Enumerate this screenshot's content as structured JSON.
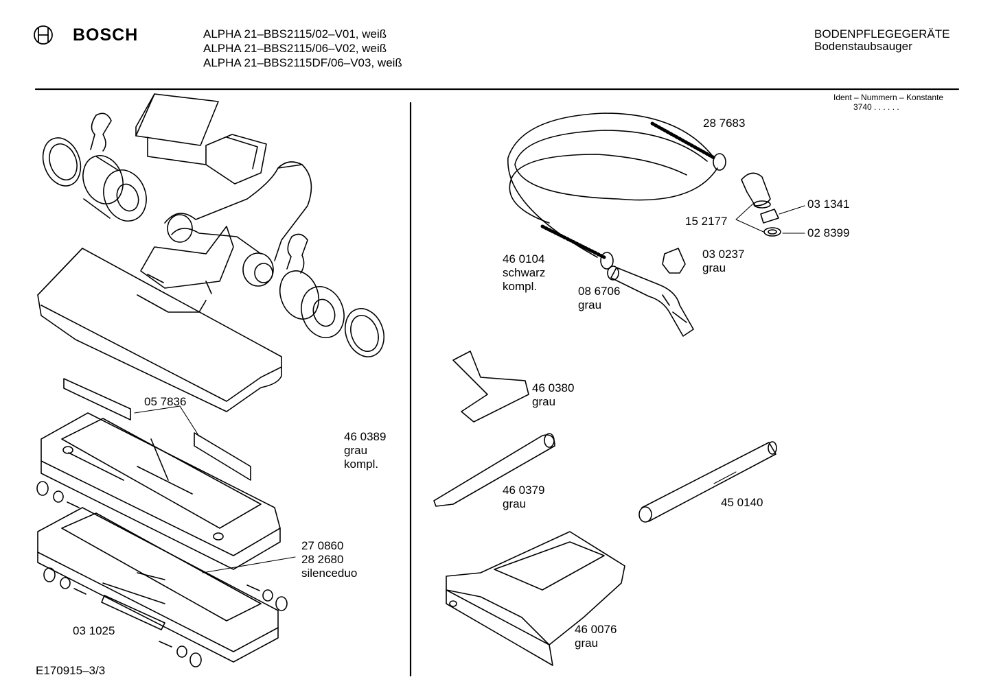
{
  "header": {
    "brand": "BOSCH",
    "logo_icon": "bosch-armature-logo",
    "models": [
      "ALPHA 21–BBS2115/02–V01, weiß",
      "ALPHA 21–BBS2115/06–V02, weiß",
      "ALPHA 21–BBS2115DF/06–V03, weiß"
    ],
    "category": "BODENPFLEGEGERÄTE",
    "subcategory": "Bodenstaubsauger",
    "ident_label": "Ident – Nummern – Konstante",
    "ident_value": "3740  . .   . . . ."
  },
  "parts": {
    "p287683": "28 7683",
    "p031341": "03 1341",
    "p152177": "15 2177",
    "p028399": "02 8399",
    "p460104": [
      "46 0104",
      "schwarz",
      "kompl."
    ],
    "p030237": [
      "03 0237",
      "grau"
    ],
    "p086706": [
      "08 6706",
      "grau"
    ],
    "p460380": [
      "46 0380",
      "grau"
    ],
    "p460379": [
      "46 0379",
      "grau"
    ],
    "p450140": "45 0140",
    "p460076": [
      "46 0076",
      "grau"
    ],
    "p057836": "05 7836",
    "p460389": [
      "46 0389",
      "grau",
      "kompl."
    ],
    "p270860": [
      "27 0860",
      "28 2680",
      "silenceduo"
    ],
    "p031025": "03 1025"
  },
  "footer": {
    "drawing_id": "E170915–3/3"
  }
}
